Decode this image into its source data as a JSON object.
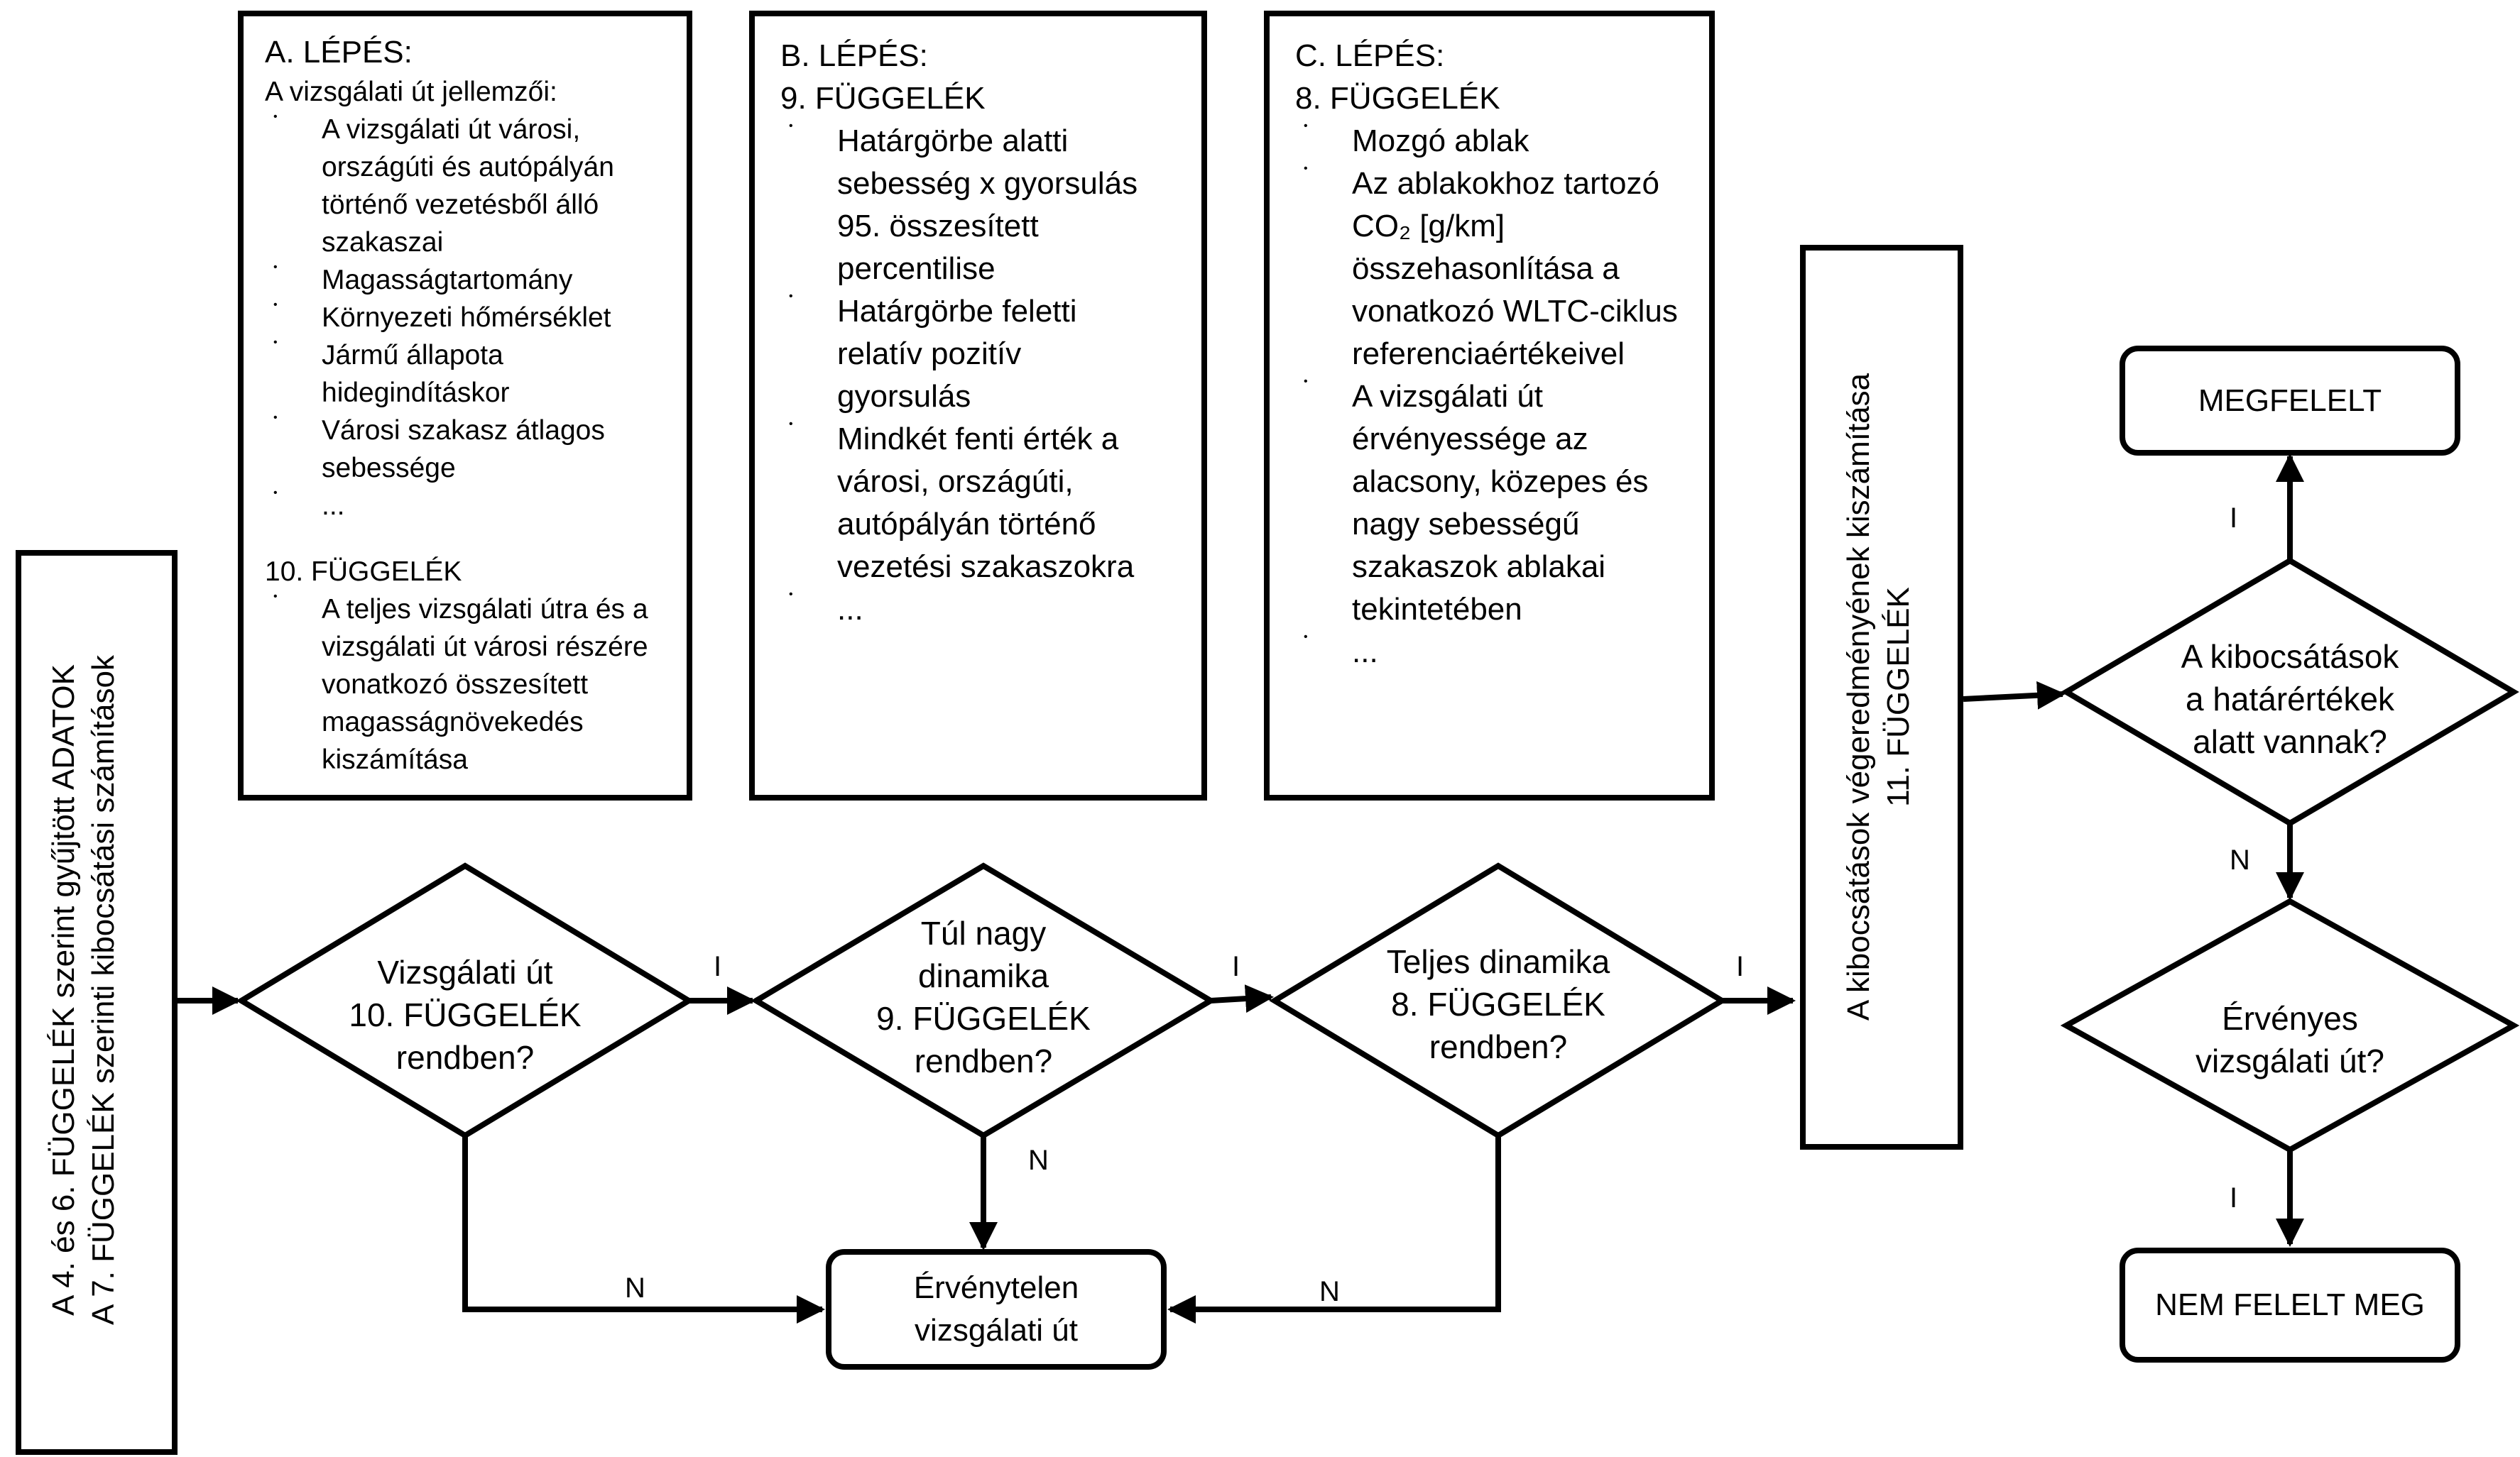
{
  "left_box": {
    "line1": "A 4. és 6. FÜGGELÉK szerint gyűjtött ADATOK",
    "line2": "A 7. FÜGGELÉK szerinti kibocsátási számítások"
  },
  "step_a": {
    "title": "A. LÉPÉS:",
    "subtitle": "A vizsgálati út jellemzői:",
    "items": [
      [
        "A vizsgálati út városi,",
        "országúti és autópályán",
        "történő vezetésből álló",
        "szakaszai"
      ],
      [
        "Magasságtartomány"
      ],
      [
        "Környezeti hőmérséklet"
      ],
      [
        "Jármű állapota",
        "hidegindításkor"
      ],
      [
        "Városi szakasz átlagos",
        "sebessége"
      ],
      [
        "..."
      ]
    ],
    "annex_title": "10. FÜGGELÉK",
    "annex_items": [
      [
        "A teljes vizsgálati útra és a",
        "vizsgálati út városi részére",
        "vonatkozó összesített",
        "magasságnövekedés",
        "kiszámítása"
      ]
    ]
  },
  "step_b": {
    "title": "B. LÉPÉS:",
    "annex": "9. FÜGGELÉK",
    "items": [
      [
        "Határgörbe alatti",
        "sebesség x gyorsulás",
        "95. összesített",
        "percentilise"
      ],
      [
        "Határgörbe feletti",
        "relatív pozitív",
        "gyorsulás"
      ],
      [
        "Mindkét fenti érték a",
        "városi, országúti,",
        "autópályán történő",
        "vezetési szakaszokra"
      ],
      [
        "..."
      ]
    ]
  },
  "step_c": {
    "title": "C. LÉPÉS:",
    "annex": "8. FÜGGELÉK",
    "items": [
      [
        "Mozgó ablak"
      ],
      [
        "Az ablakokhoz tartozó",
        "CO₂ [g/km]",
        "összehasonlítása a",
        "vonatkozó WLTC-ciklus",
        "referenciaértékeivel"
      ],
      [
        "A vizsgálati út",
        "érvényessége az",
        "alacsony, közepes és",
        "nagy sebességű",
        "szakaszok ablakai",
        "tekintetében"
      ],
      [
        "..."
      ]
    ]
  },
  "decisions": {
    "d1": [
      "Vizsgálati út",
      "10. FÜGGELÉK",
      "rendben?"
    ],
    "d2": [
      "Túl nagy",
      "dinamika",
      "9. FÜGGELÉK",
      "rendben?"
    ],
    "d3": [
      "Teljes dinamika",
      "8. FÜGGELÉK",
      "rendben?"
    ],
    "d4": [
      "A kibocsátások",
      "a határértékek",
      "alatt vannak?"
    ],
    "d5": [
      "Érvényes",
      "vizsgálati út?"
    ]
  },
  "final_calc": {
    "line1": "A kibocsátások végeredményének kiszámítása",
    "line2": "11. FÜGGELÉK"
  },
  "invalid": [
    "Érvénytelen",
    "vizsgálati út"
  ],
  "pass": "MEGFELELT",
  "fail": "NEM FELELT MEG",
  "labels": {
    "yes": "I",
    "no": "N"
  }
}
